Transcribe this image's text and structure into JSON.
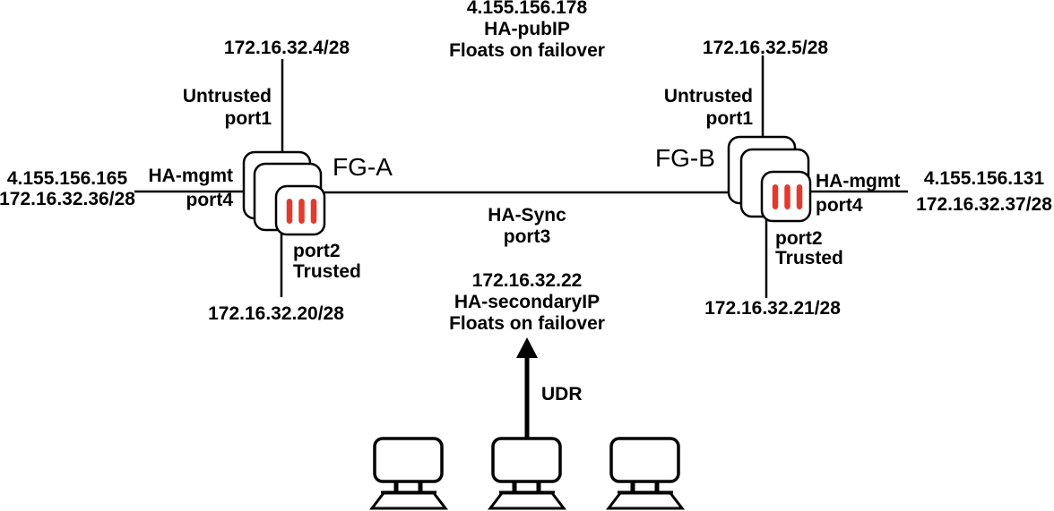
{
  "colors": {
    "stroke": "#000000",
    "fortinet_red": "#e23b2e",
    "background": "#ffffff"
  },
  "fg_a": {
    "name": "FG-A",
    "untrusted": {
      "zone": "Untrusted",
      "port": "port1",
      "subnet": "172.16.32.4/28"
    },
    "trusted": {
      "port": "port2",
      "zone": "Trusted",
      "subnet": "172.16.32.20/28"
    },
    "mgmt": {
      "role": "HA-mgmt",
      "port": "port4",
      "public_ip": "4.155.156.165",
      "ip": "172.16.32.36/28"
    }
  },
  "fg_b": {
    "name": "FG-B",
    "untrusted": {
      "zone": "Untrusted",
      "port": "port1",
      "subnet": "172.16.32.5/28"
    },
    "trusted": {
      "port": "port2",
      "zone": "Trusted",
      "subnet": "172.16.32.21/28"
    },
    "mgmt": {
      "role": "HA-mgmt",
      "port": "port4",
      "public_ip": "4.155.156.131",
      "ip": "172.16.32.37/28"
    }
  },
  "ha_sync": {
    "role": "HA-Sync",
    "port": "port3"
  },
  "ha_pubip": {
    "ip": "4.155.156.178",
    "name": "HA-pubIP",
    "note": "Floats on failover"
  },
  "ha_secondary_ip": {
    "ip": "172.16.32.22",
    "name": "HA-secondaryIP",
    "note": "Floats on failover"
  },
  "udr_label": "UDR"
}
